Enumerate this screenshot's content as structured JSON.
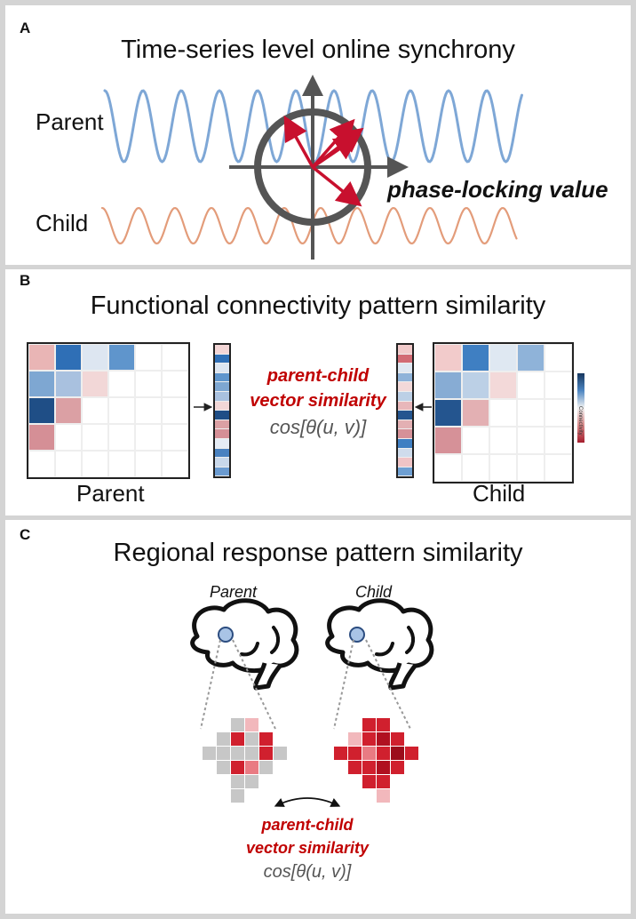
{
  "panel_a": {
    "letter": "A",
    "title": "Time-series level online synchrony",
    "parent_label": "Parent",
    "child_label": "Child",
    "plv_label": "phase-locking value",
    "colors": {
      "parent_wave": "#7ea7d6",
      "child_wave": "#e39c7a",
      "arrow": "#c8102e",
      "circle": "#555555"
    }
  },
  "panel_b": {
    "letter": "B",
    "title": "Functional connectivity pattern similarity",
    "parent_label": "Parent",
    "child_label": "Child",
    "sim_line1": "parent-child",
    "sim_line2": "vector similarity",
    "formula": "cos[θ(u, v)]",
    "colorbar_label": "Connectivity"
  },
  "panel_c": {
    "letter": "C",
    "title": "Regional response pattern similarity",
    "parent_label": "Parent",
    "child_label": "Child",
    "sim_line1": "parent-child",
    "sim_line2": "vector similarity",
    "formula": "cos[θ(u, v)]"
  }
}
